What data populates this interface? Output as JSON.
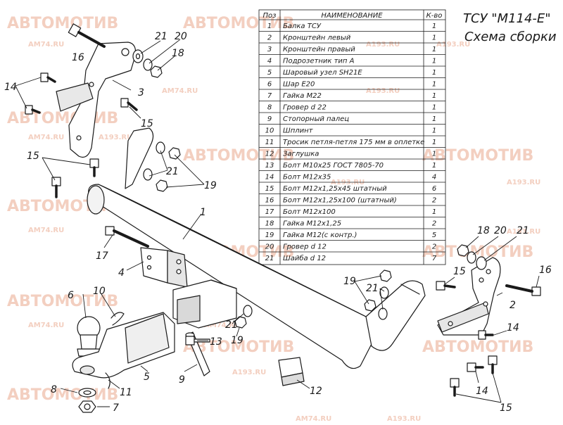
{
  "header": {
    "title": "ТСУ \"М114-Е\"",
    "subtitle": "Схема сборки"
  },
  "parts_table": {
    "headers": {
      "pos": "Поз",
      "name": "НАИМЕНОВАНИЕ",
      "qty": "К-во"
    },
    "rows": [
      {
        "pos": "1",
        "name": "Балка ТСУ",
        "qty": "1"
      },
      {
        "pos": "2",
        "name": "Кронштейн левый",
        "qty": "1"
      },
      {
        "pos": "3",
        "name": "Кронштейн правый",
        "qty": "1"
      },
      {
        "pos": "4",
        "name": "Подрозетник тип А",
        "qty": "1"
      },
      {
        "pos": "5",
        "name": "Шаровый узел SH21E",
        "qty": "1"
      },
      {
        "pos": "6",
        "name": "Шар Е20",
        "qty": "1"
      },
      {
        "pos": "7",
        "name": "Гайка М22",
        "qty": "1"
      },
      {
        "pos": "8",
        "name": "Гровер d 22",
        "qty": "1"
      },
      {
        "pos": "9",
        "name": "Стопорный палец",
        "qty": "1"
      },
      {
        "pos": "10",
        "name": "Шплинт",
        "qty": "1"
      },
      {
        "pos": "11",
        "name": "Тросик петля-петля 175 мм в оплетке",
        "qty": "1"
      },
      {
        "pos": "12",
        "name": "Заглушка",
        "qty": "1"
      },
      {
        "pos": "13",
        "name": "Болт М10х25 ГОСТ 7805-70",
        "qty": "1"
      },
      {
        "pos": "14",
        "name": "Болт М12х35",
        "qty": "4"
      },
      {
        "pos": "15",
        "name": "Болт М12х1,25х45 штатный",
        "qty": "6"
      },
      {
        "pos": "16",
        "name": "Болт М12х1,25х100 (штатный)",
        "qty": "2"
      },
      {
        "pos": "17",
        "name": "Болт М12х100",
        "qty": "1"
      },
      {
        "pos": "18",
        "name": "Гайка М12х1,25",
        "qty": "2"
      },
      {
        "pos": "19",
        "name": "Гайка М12(с контр.)",
        "qty": "5"
      },
      {
        "pos": "20",
        "name": "Гровер d 12",
        "qty": "2"
      },
      {
        "pos": "21",
        "name": "Шайба d 12",
        "qty": "7"
      }
    ]
  },
  "callouts": {
    "c1": "1",
    "c2": "2",
    "c3": "3",
    "c4": "4",
    "c5": "5",
    "c6": "6",
    "c7": "7",
    "c8": "8",
    "c9": "9",
    "c10": "10",
    "c11": "11",
    "c12": "12",
    "c13": "13",
    "c14a": "14",
    "c14b": "14",
    "c14c": "14",
    "c15a": "15",
    "c15b": "15",
    "c15c": "15",
    "c15d": "15",
    "c16a": "16",
    "c16b": "16",
    "c17": "17",
    "c18a": "18",
    "c18b": "18",
    "c19a": "19",
    "c19b": "19",
    "c19c": "19",
    "c20a": "20",
    "c20b": "20",
    "c21a": "21",
    "c21b": "21",
    "c21c": "21",
    "c21d": "21",
    "c21e": "21"
  },
  "watermarks": {
    "brand": "АВТОМОТИВ",
    "site1": "AM74.RU",
    "site2": "A193.RU"
  },
  "colors": {
    "watermark": "#f3cfc0",
    "line": "#1a1a1a",
    "part_fill": "#ffffff",
    "shade": "#d9d9d9"
  }
}
